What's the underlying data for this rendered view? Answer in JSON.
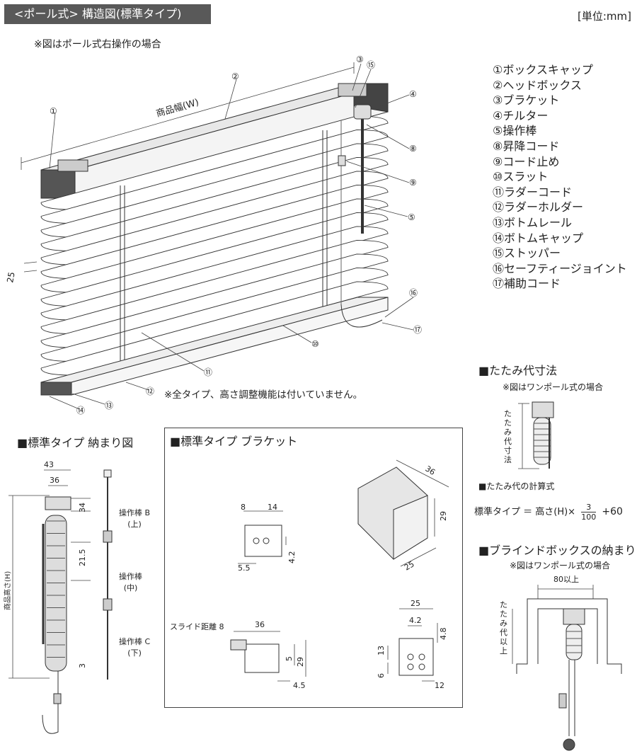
{
  "header": {
    "title": "<ポール式> 構造図(標準タイプ)",
    "unit": "[単位:mm]"
  },
  "main_diagram": {
    "note": "※図はポール式右操作の場合",
    "width_label": "商品幅(W)",
    "slat_pitch": "25",
    "caution": "※全タイプ、高さ調整機能は付いていません。",
    "callouts": [
      "①",
      "②",
      "③",
      "⑮",
      "④",
      "⑧",
      "⑨",
      "⑤",
      "⑯",
      "⑰",
      "⑩",
      "⑪",
      "⑫",
      "⑬",
      "⑭"
    ]
  },
  "parts_legend": [
    "①ボックスキャップ",
    "②ヘッドボックス",
    "③ブラケット",
    "④チルター",
    "⑤操作棒",
    "⑧昇降コード",
    "⑨コード止め",
    "⑩スラット",
    "⑪ラダーコード",
    "⑫ラダーホルダー",
    "⑬ボトムレール",
    "⑭ボトムキャップ",
    "⑮ストッパー",
    "⑯セーフティージョイント",
    "⑰補助コード"
  ],
  "fold_section": {
    "title": "■たたみ代寸法",
    "note": "※図はワンポール式の場合",
    "vertical_label": "たたみ代寸法",
    "calc_title": "■たたみ代の計算式",
    "formula_prefix": "標準タイプ ＝ 高さ(H)×",
    "numerator": "3",
    "denominator": "100",
    "formula_suffix": "+60"
  },
  "blind_box": {
    "title": "■ブラインドボックスの納まり",
    "note": "※図はワンポール式の場合",
    "width_label": "80以上",
    "vertical_label": "たたみ代以上"
  },
  "fit_section": {
    "title": "■標準タイプ 納まり図",
    "dims": [
      "43",
      "36",
      "34",
      "21.5",
      "3"
    ],
    "height_label": "商品高さ(H)",
    "rod_labels": [
      {
        "name": "操作棒 B",
        "sub": "(上)"
      },
      {
        "name": "操作棒",
        "sub": "(中)"
      },
      {
        "name": "操作棒 C",
        "sub": "(下)"
      }
    ]
  },
  "bracket_section": {
    "title": "■標準タイプ ブラケット",
    "front_dims": [
      "8",
      "14",
      "4.2",
      "5.5"
    ],
    "iso_dims": [
      "36",
      "29",
      "25"
    ],
    "side_slide_label": "スライド距離 8",
    "side_dims": [
      "36",
      "5",
      "29",
      "4.5"
    ],
    "back_dims": [
      "25",
      "4.2",
      "4.8",
      "13",
      "6",
      "12"
    ]
  }
}
